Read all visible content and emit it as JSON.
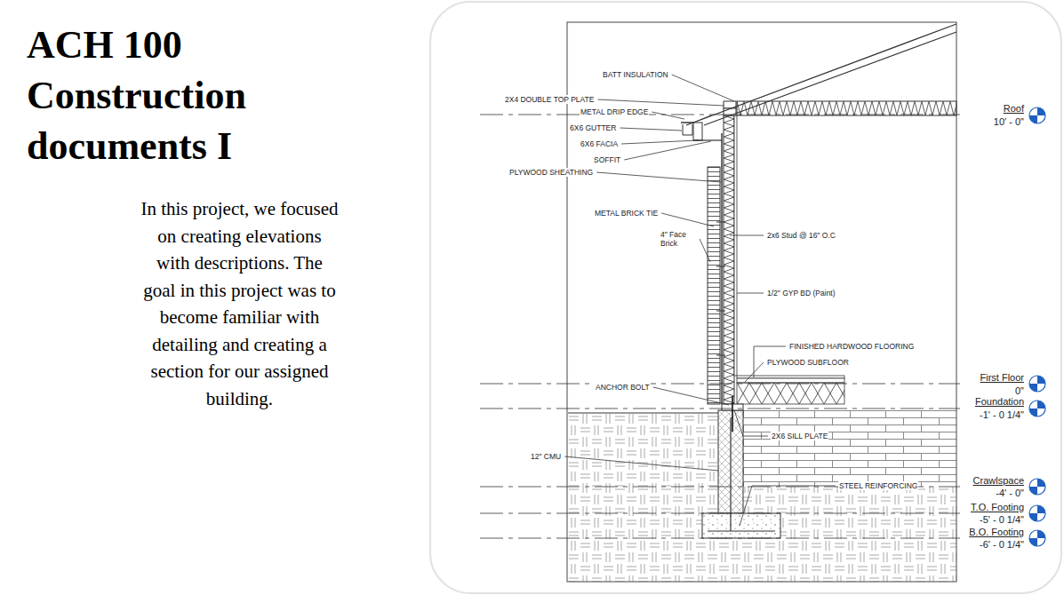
{
  "diagram": {
    "title": "ACH 100 Construction documents I",
    "caption": "In this project, we focused on creating elevations with descriptions. The goal in this project was to become familiar with detailing and creating a section for our assigned building.",
    "labels": [
      "BATT INSULATION",
      "2X4 DOUBLE TOP PLATE",
      "METAL DRIP EDGE",
      "6X6 GUTTER",
      "6X6 FACIA",
      "SOFFIT",
      "PLYWOOD SHEATHING",
      "METAL BRICK TIE",
      "4\" Face Brick",
      "2x6 Stud @ 16\" O.C",
      "1/2\" GYP BD (Paint)",
      "FINISHED HARDWOOD FLOORING",
      "PLYWOOD SUBFLOOR",
      "ANCHOR BOLT",
      "2X6 SILL PLATE",
      "12\" CMU",
      "STEEL REINFORCING",
      "Roof",
      "10' - 0\"",
      "First Floor",
      "0\"",
      "Foundation",
      "-1' - 0 1/4\"",
      "Crawlspace",
      "-4' - 0\"",
      "T.O. Footing",
      "-5' - 0 1/4\"",
      "B.O. Footing",
      "-6' - 0 1/4\""
    ]
  }
}
